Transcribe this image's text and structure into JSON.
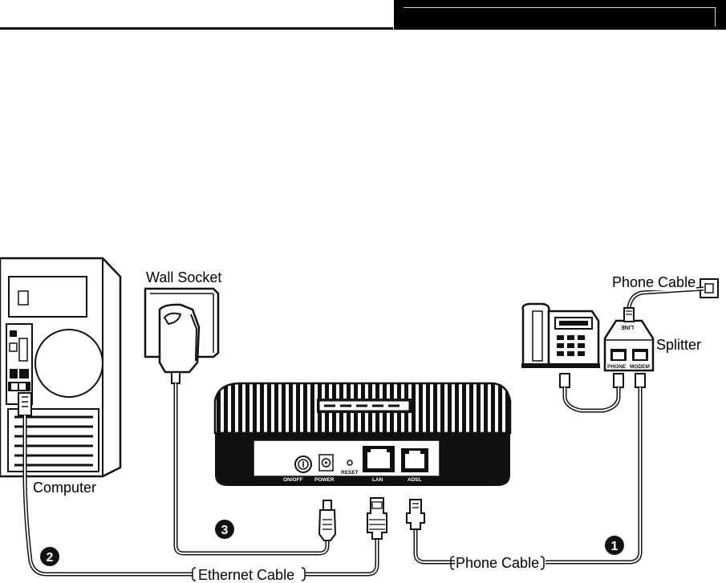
{
  "labels": {
    "wall_socket": "Wall Socket",
    "phone_cable_top": "Phone Cable",
    "splitter": "Splitter",
    "computer": "Computer",
    "phone_cable_bottom": "Phone Cable",
    "ethernet_cable": "Ethernet Cable"
  },
  "ports": {
    "on_off": "ON/OFF",
    "power": "POWER",
    "reset": "RESET",
    "lan": "LAN",
    "adsl": "ADSL",
    "splitter_phone": "PHONE",
    "splitter_modem": "MODEM",
    "splitter_line": "LINE"
  },
  "steps": {
    "step1": "1",
    "step2": "2",
    "step3": "3"
  }
}
